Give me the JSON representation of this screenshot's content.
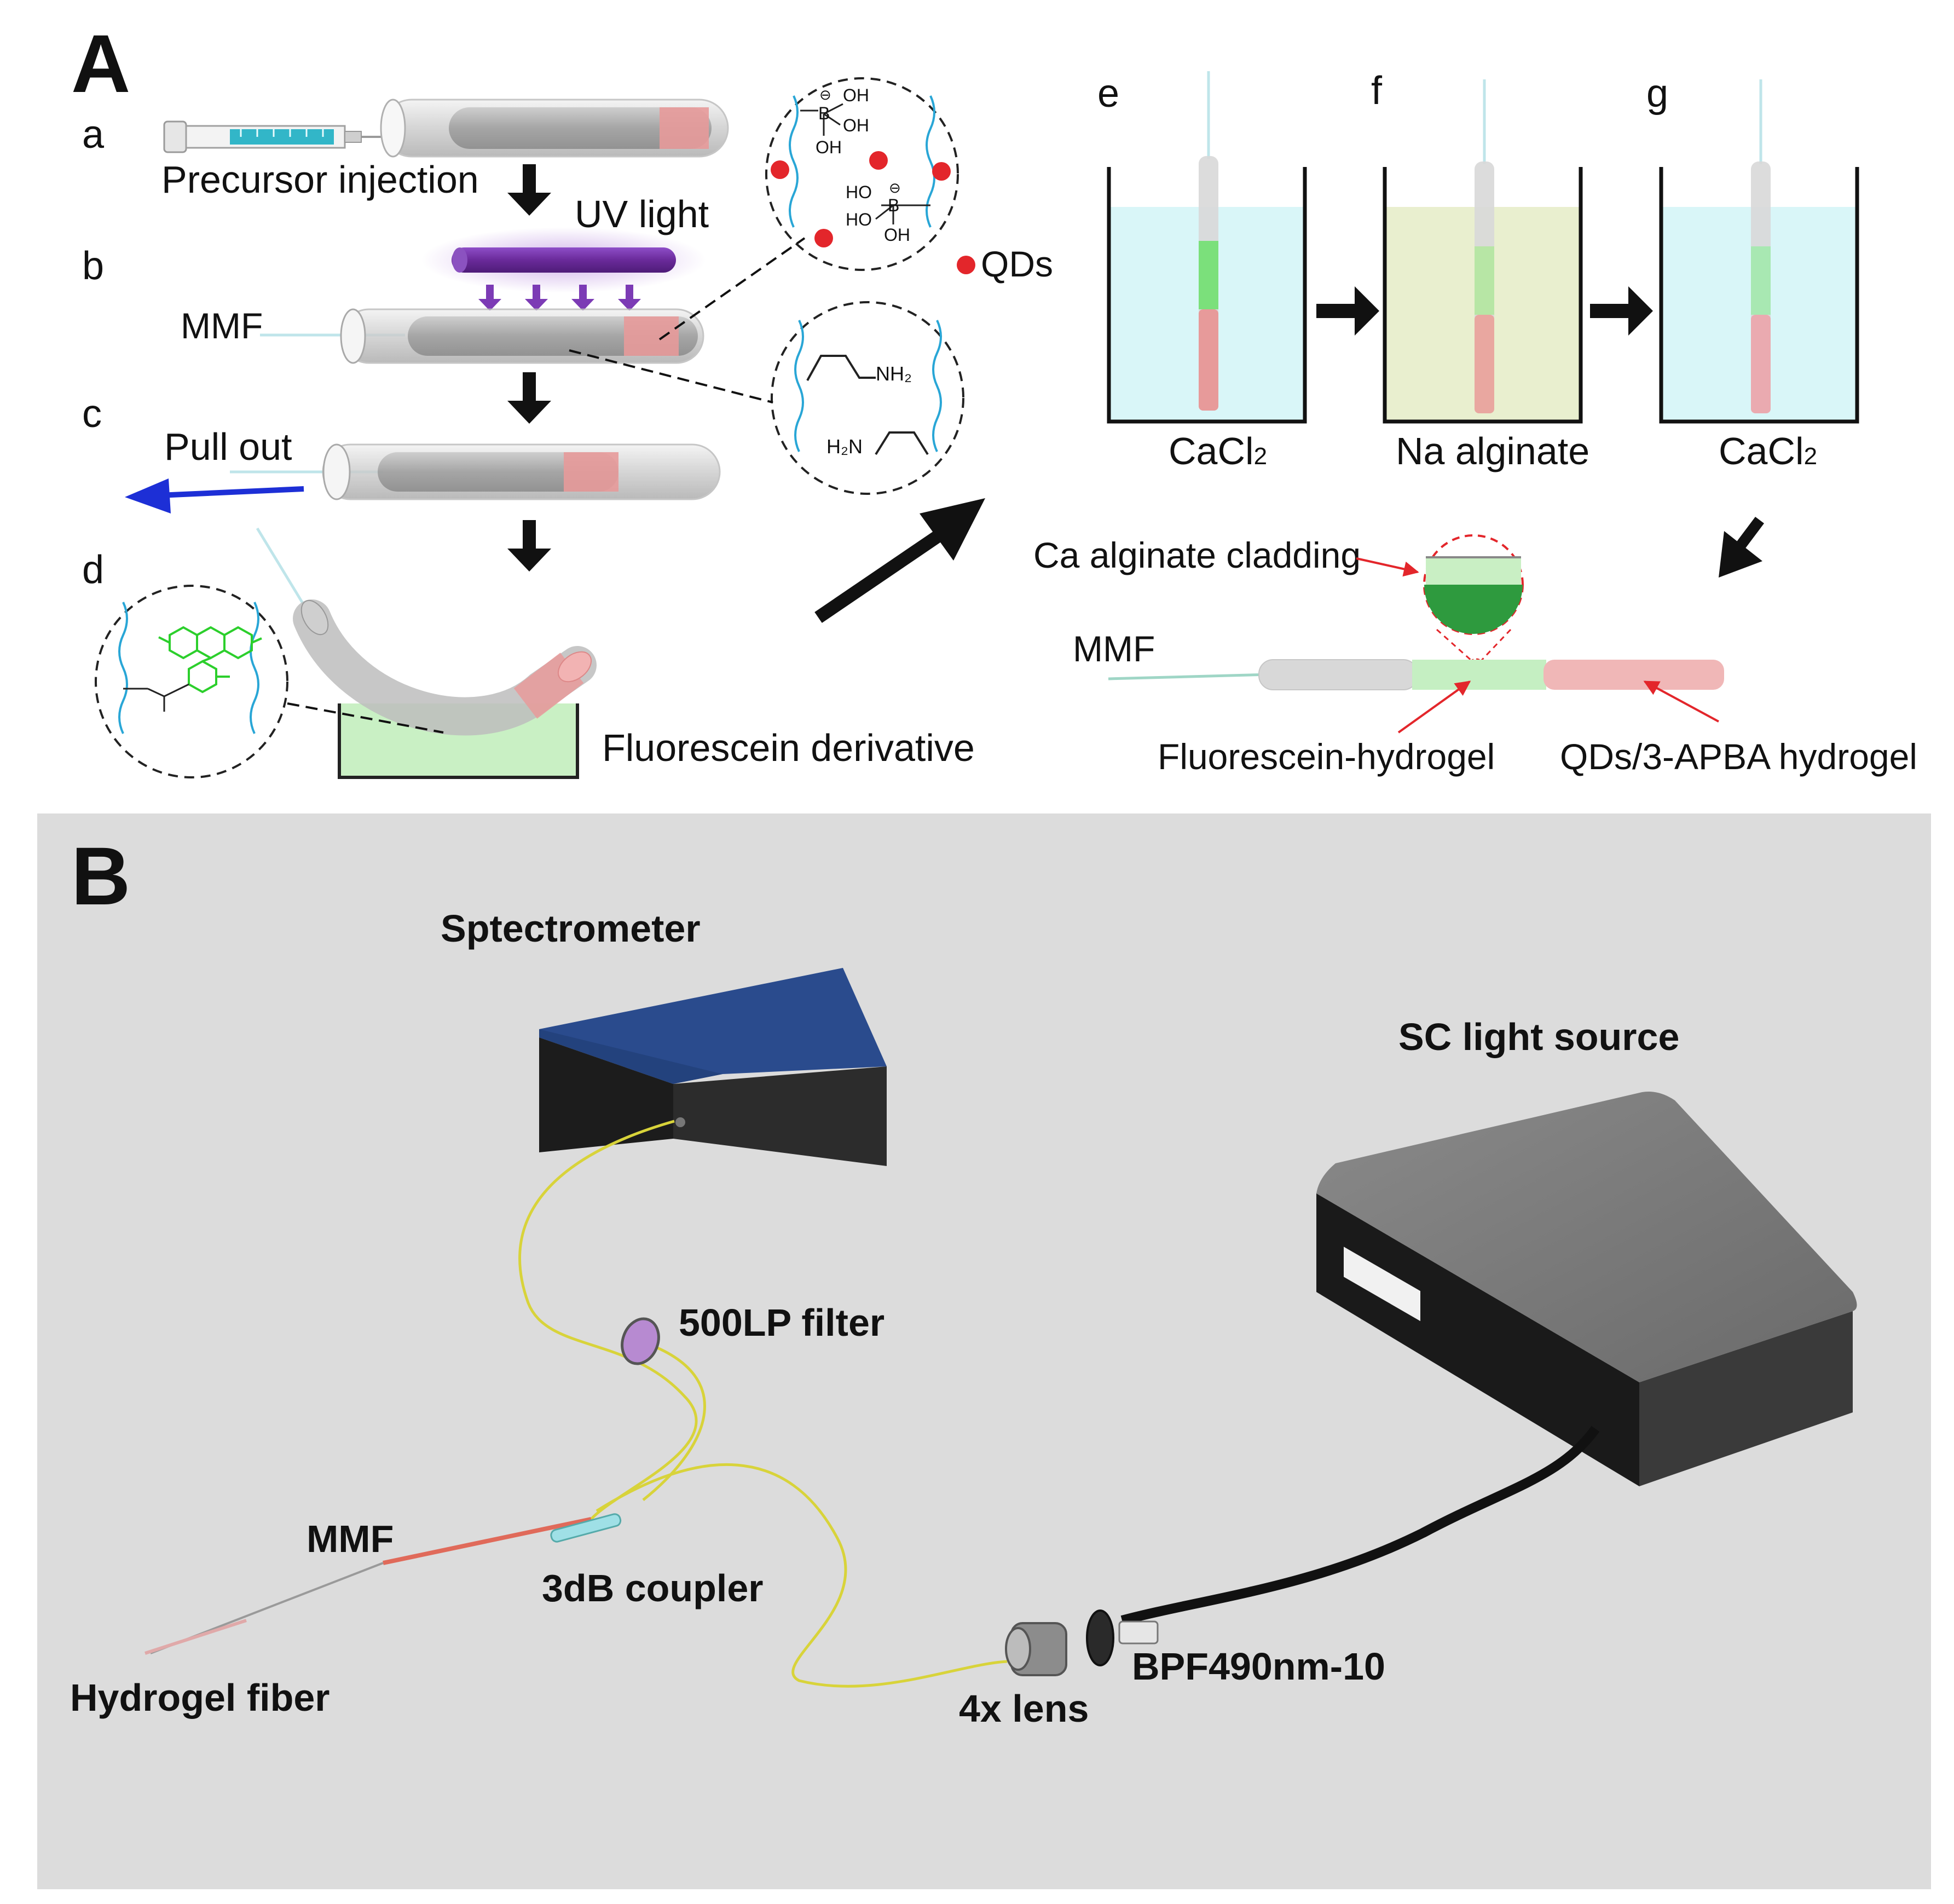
{
  "panel_a": {
    "letter": "A",
    "steps": {
      "a": "a",
      "b": "b",
      "c": "c",
      "d": "d",
      "e": "e",
      "f": "f",
      "g": "g"
    },
    "precursor_injection": "Precursor injection",
    "uv_light": "UV light",
    "mmf_left": "MMF",
    "pull_out": "Pull out",
    "fluorescein_derivative": "Fluorescein derivative",
    "qds": "QDs",
    "boronic_labels": {
      "oh1": "OH",
      "oh2": "OH",
      "oh3": "OH",
      "ho1": "HO",
      "ho2": "HO",
      "oh4": "OH",
      "b1": "B",
      "b2": "B",
      "minus": "⊖"
    },
    "amine_labels": {
      "nh2": "NH₂",
      "h2n": "H₂N"
    },
    "beakers": [
      {
        "label": "CaCl",
        "sub": "2"
      },
      {
        "label": "Na alginate",
        "sub": ""
      },
      {
        "label": "CaCl",
        "sub": "2"
      }
    ],
    "ca_alginate_cladding": "Ca alginate cladding",
    "mmf_right": "MMF",
    "fluorescein_hydrogel": "Fluorescein-hydrogel",
    "qds_apba_hydrogel": "QDs/3-APBA hydrogel"
  },
  "panel_b": {
    "letter": "B",
    "spectrometer": "Sptectrometer",
    "sc_light_source": "SC light source",
    "filter_500lp": "500LP filter",
    "mmf": "MMF",
    "coupler": "3dB coupler",
    "hydrogel_fiber": "Hydrogel fiber",
    "lens": "4x lens",
    "bpf": "BPF490nm-10"
  },
  "colors": {
    "panel_b_background": "#dcdcdc",
    "uv_bar": "#6a2a9a",
    "qd_red": "#e3262b",
    "blue_arrow": "#1d2fd6",
    "spectrometer_top": "#2a4b8d",
    "cacl2_solution": "#d9f6f8",
    "alginate_solution": "#e9efcf",
    "fluorescein_green": "#7be07b",
    "qds_pink": "#e79a9a",
    "fiber_yellow": "#d8d33a"
  }
}
